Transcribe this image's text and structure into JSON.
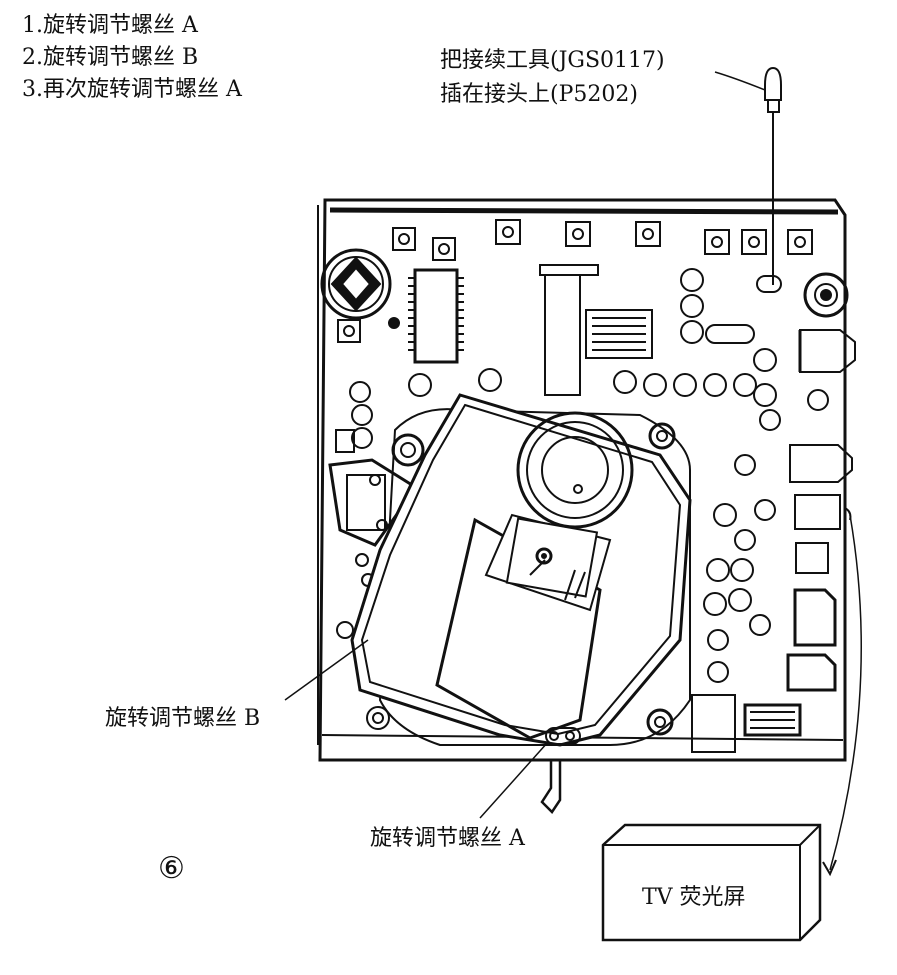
{
  "steps": [
    "1.旋转调节螺丝 A",
    "2.旋转调节螺丝 B",
    "3.再次旋转调节螺丝 A"
  ],
  "tool_note": {
    "line1": "把接续工具(JGS0117)",
    "line2": "插在接头上(P5202)"
  },
  "labels": {
    "screw_b": "旋转调节螺丝 B",
    "screw_a": "旋转调节螺丝 A",
    "tv": "TV 荧光屏",
    "figure_number": "⑥"
  }
}
